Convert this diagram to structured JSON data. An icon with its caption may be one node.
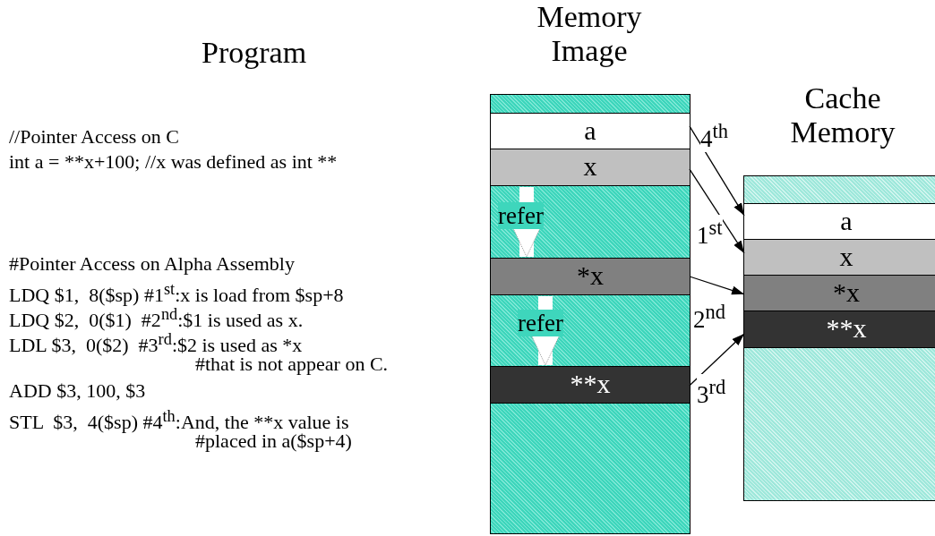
{
  "diagram": {
    "nodes": [
      {
        "text": [
          "Memory Image"
        ]
      },
      {
        "text": [
          "a"
        ],
        "in": 0
      },
      {
        "text": [
          "x"
        ],
        "in": 0
      },
      {
        "text": [
          "*x"
        ],
        "in": 0
      },
      {
        "text": [
          "**x"
        ],
        "in": 0
      },
      {
        "text": [
          "Cache Memory"
        ]
      },
      {
        "text": [
          "a"
        ],
        "in": 5
      },
      {
        "text": [
          "x"
        ],
        "in": 5
      },
      {
        "text": [
          "*x"
        ],
        "in": 5
      },
      {
        "text": [
          "**x"
        ],
        "in": 5
      }
    ],
    "edges": [
      {
        "from": 1,
        "to": 6,
        "arrow": "to",
        "label": "4$^{th}$"
      },
      {
        "from": 2,
        "to": 7,
        "arrow": "to",
        "label": "1$^{st}$"
      },
      {
        "from": 3,
        "to": 8,
        "arrow": "to",
        "label": "2$^{nd}$"
      },
      {
        "from": 4,
        "to": 9,
        "arrow": "to",
        "label": "3$^{rd}$"
      },
      {
        "from": 2,
        "to": 3,
        "arrow": "to",
        "label": "refer",
        "style": "thick",
        "color": "#ffffff"
      },
      {
        "from": 3,
        "to": 4,
        "arrow": "to",
        "label": "refer",
        "style": "thick",
        "color": "#ffffff"
      }
    ],
    "labels": [
      "Program",
      "//Pointer Access on C",
      "int a = **x+100; //x was defined as int **",
      "#Pointer Access on Alpha Assembly",
      "LDQ $1,  8($sp) #1$^{st}$:x is load from $sp+8",
      "LDQ $2,  0($1)  #2$^{nd}$:$1 is used as x.",
      "LDL $3,  0($2)  #3$^{rd}$:$2 is used as *x",
      "#that is not appear on C.",
      "ADD $3, 100, $3",
      "STL  $3,  4($sp) #4$^{th}$:And, the **x value is",
      "#placed in a($sp+4)"
    ]
  }
}
